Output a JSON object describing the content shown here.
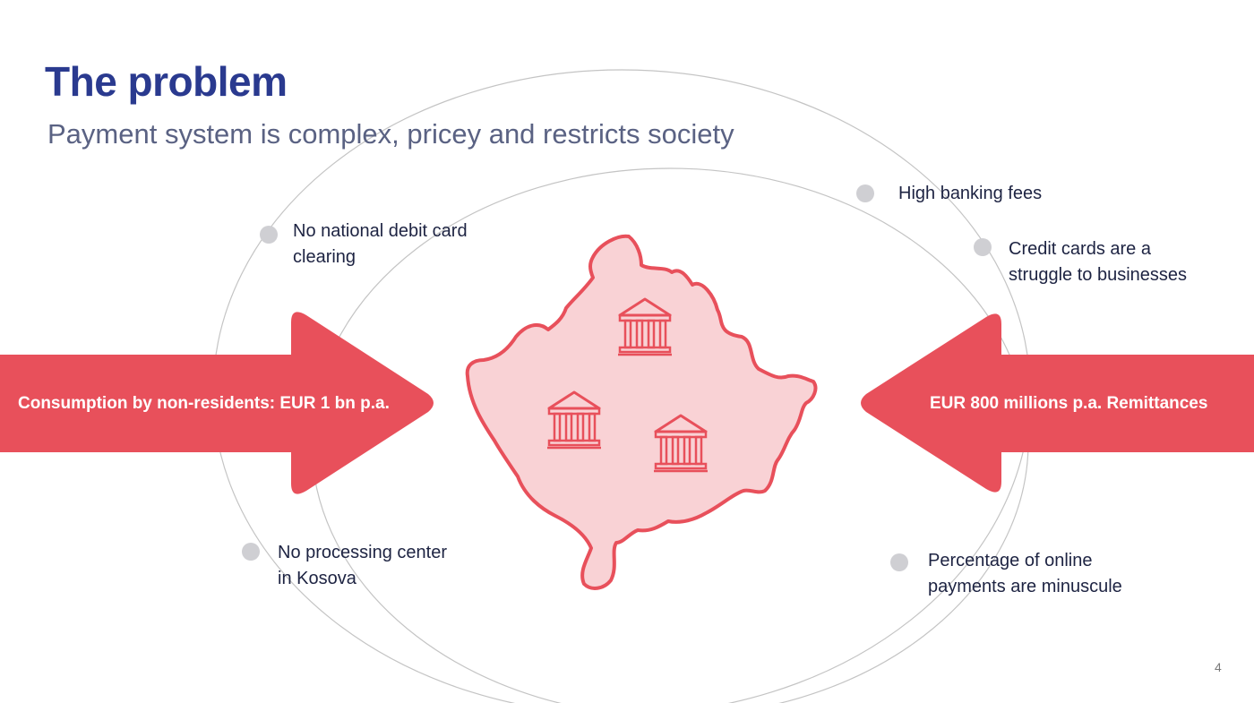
{
  "title": "The problem",
  "subtitle": "Payment system is complex, pricey and restricts society",
  "left_arrow_label": "Consumption by non-residents: EUR 1 bn p.a.",
  "right_arrow_label": "EUR 800 millions p.a. Remittances",
  "points": {
    "debit_card_clearing": [
      "No national debit card",
      "clearing"
    ],
    "processing_center": [
      "No processing center",
      "in Kosova"
    ],
    "banking_fees": [
      "High banking fees"
    ],
    "credit_cards": [
      "Credit cards are a",
      "struggle to businesses"
    ],
    "online_payments": [
      "Percentage of online",
      "payments are minuscule"
    ]
  },
  "page_number": "4",
  "colors": {
    "title": "#2a3a8f",
    "subtitle": "#5a6283",
    "arrow": "#e8505b",
    "map_fill": "#f9d2d5",
    "map_stroke": "#e8505b",
    "bullet_dot": "#cfcfd3",
    "orbit": "#c4c4c4"
  },
  "icons": [
    "bank-icon",
    "bank-icon",
    "bank-icon"
  ]
}
